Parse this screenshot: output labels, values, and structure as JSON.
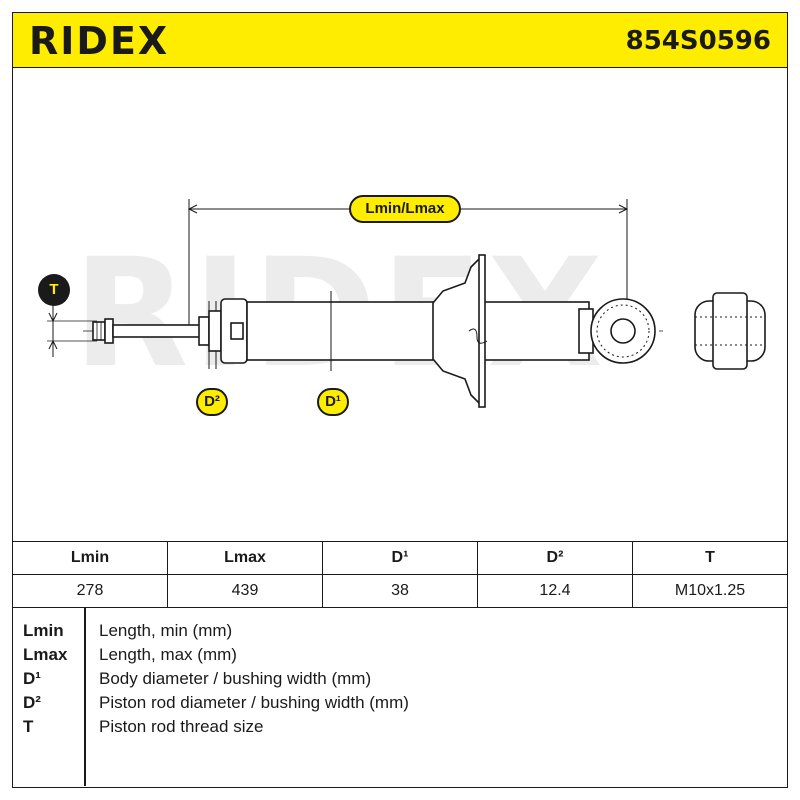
{
  "header": {
    "brand": "RIDEX",
    "part_number": "854S0596"
  },
  "drawing": {
    "watermark": "RIDEX",
    "label_length": "Lmin/Lmax",
    "label_t": "T",
    "label_d2": "D²",
    "label_d1": "D¹"
  },
  "spec_table": {
    "headers": [
      "Lmin",
      "Lmax",
      "D¹",
      "D²",
      "T"
    ],
    "values": [
      "278",
      "439",
      "38",
      "12.4",
      "M10x1.25"
    ]
  },
  "legend": [
    {
      "key": "Lmin",
      "desc": "Length, min (mm)"
    },
    {
      "key": "Lmax",
      "desc": "Length, max (mm)"
    },
    {
      "key": "D¹",
      "desc": "Body diameter / bushing width (mm)"
    },
    {
      "key": "D²",
      "desc": "Piston rod diameter / bushing width (mm)"
    },
    {
      "key": "T",
      "desc": "Piston rod thread size"
    }
  ],
  "colors": {
    "accent": "#ffed00",
    "ink": "#1a1a1a",
    "watermark": "#ececec"
  }
}
